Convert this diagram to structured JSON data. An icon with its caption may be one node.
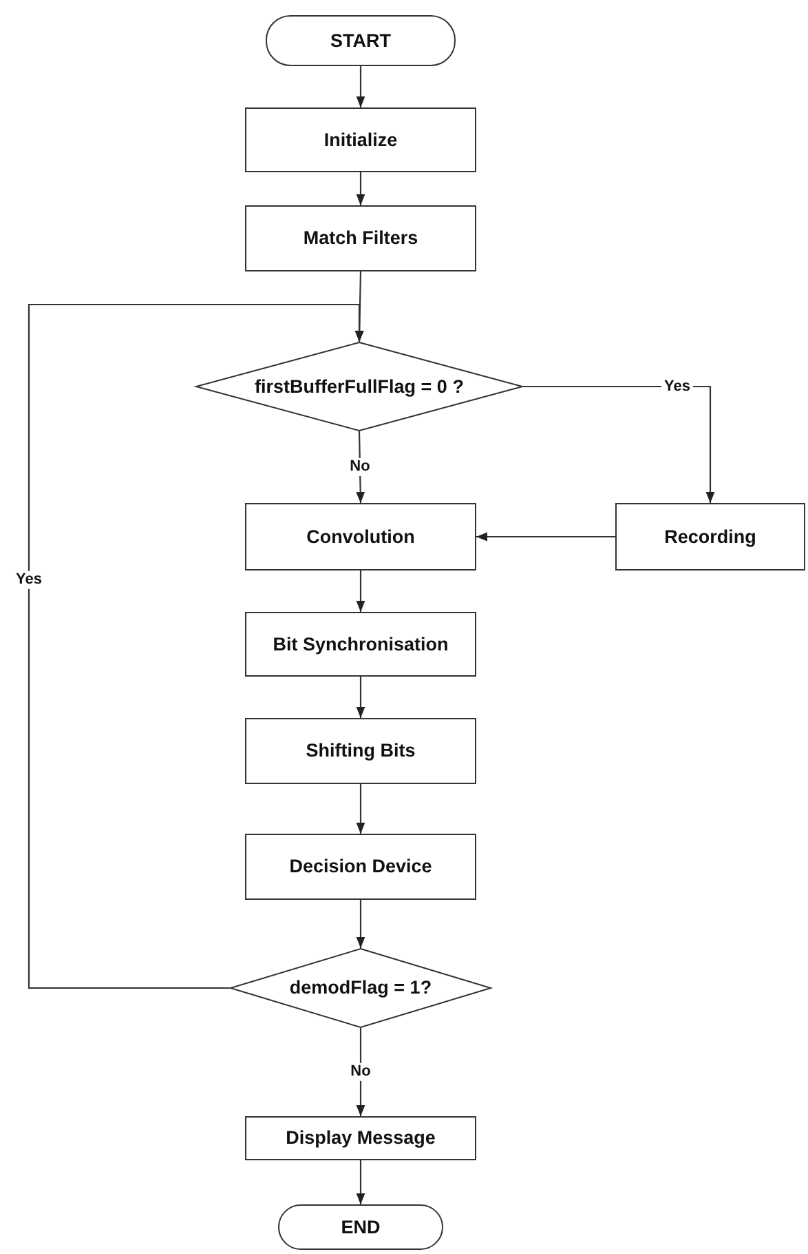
{
  "diagram": {
    "nodes": [
      {
        "text": [
          "START"
        ]
      },
      {
        "text": [
          "Initialize"
        ]
      },
      {
        "text": [
          "Match Filters"
        ]
      },
      {
        "text": [
          "firstBufferFullFlag = 0 ?"
        ]
      },
      {
        "text": [
          "Convolution"
        ]
      },
      {
        "text": [
          "Recording"
        ]
      },
      {
        "text": [
          "Bit Synchronisation"
        ]
      },
      {
        "text": [
          "Shifting Bits"
        ]
      },
      {
        "text": [
          "Decision Device"
        ]
      },
      {
        "text": [
          "demodFlag = 1?"
        ]
      },
      {
        "text": [
          "Display Message"
        ]
      },
      {
        "text": [
          "END"
        ]
      }
    ],
    "edges": [
      {
        "from": 0,
        "to": 1,
        "arrow": "to"
      },
      {
        "from": 1,
        "to": 2,
        "arrow": "to"
      },
      {
        "from": 2,
        "to": 3,
        "arrow": "to"
      },
      {
        "from": 3,
        "to": 5,
        "arrow": "to",
        "label": "Yes"
      },
      {
        "from": 3,
        "to": 4,
        "arrow": "to",
        "label": "No"
      },
      {
        "from": 5,
        "to": 4,
        "arrow": "to"
      },
      {
        "from": 4,
        "to": 6,
        "arrow": "to"
      },
      {
        "from": 6,
        "to": 7,
        "arrow": "to"
      },
      {
        "from": 7,
        "to": 8,
        "arrow": "to"
      },
      {
        "from": 8,
        "to": 9,
        "arrow": "to"
      },
      {
        "from": 9,
        "to": 3,
        "arrow": "to",
        "label": "Yes"
      },
      {
        "from": 9,
        "to": 10,
        "arrow": "to",
        "label": "No"
      },
      {
        "from": 10,
        "to": 11,
        "arrow": "to"
      }
    ]
  }
}
